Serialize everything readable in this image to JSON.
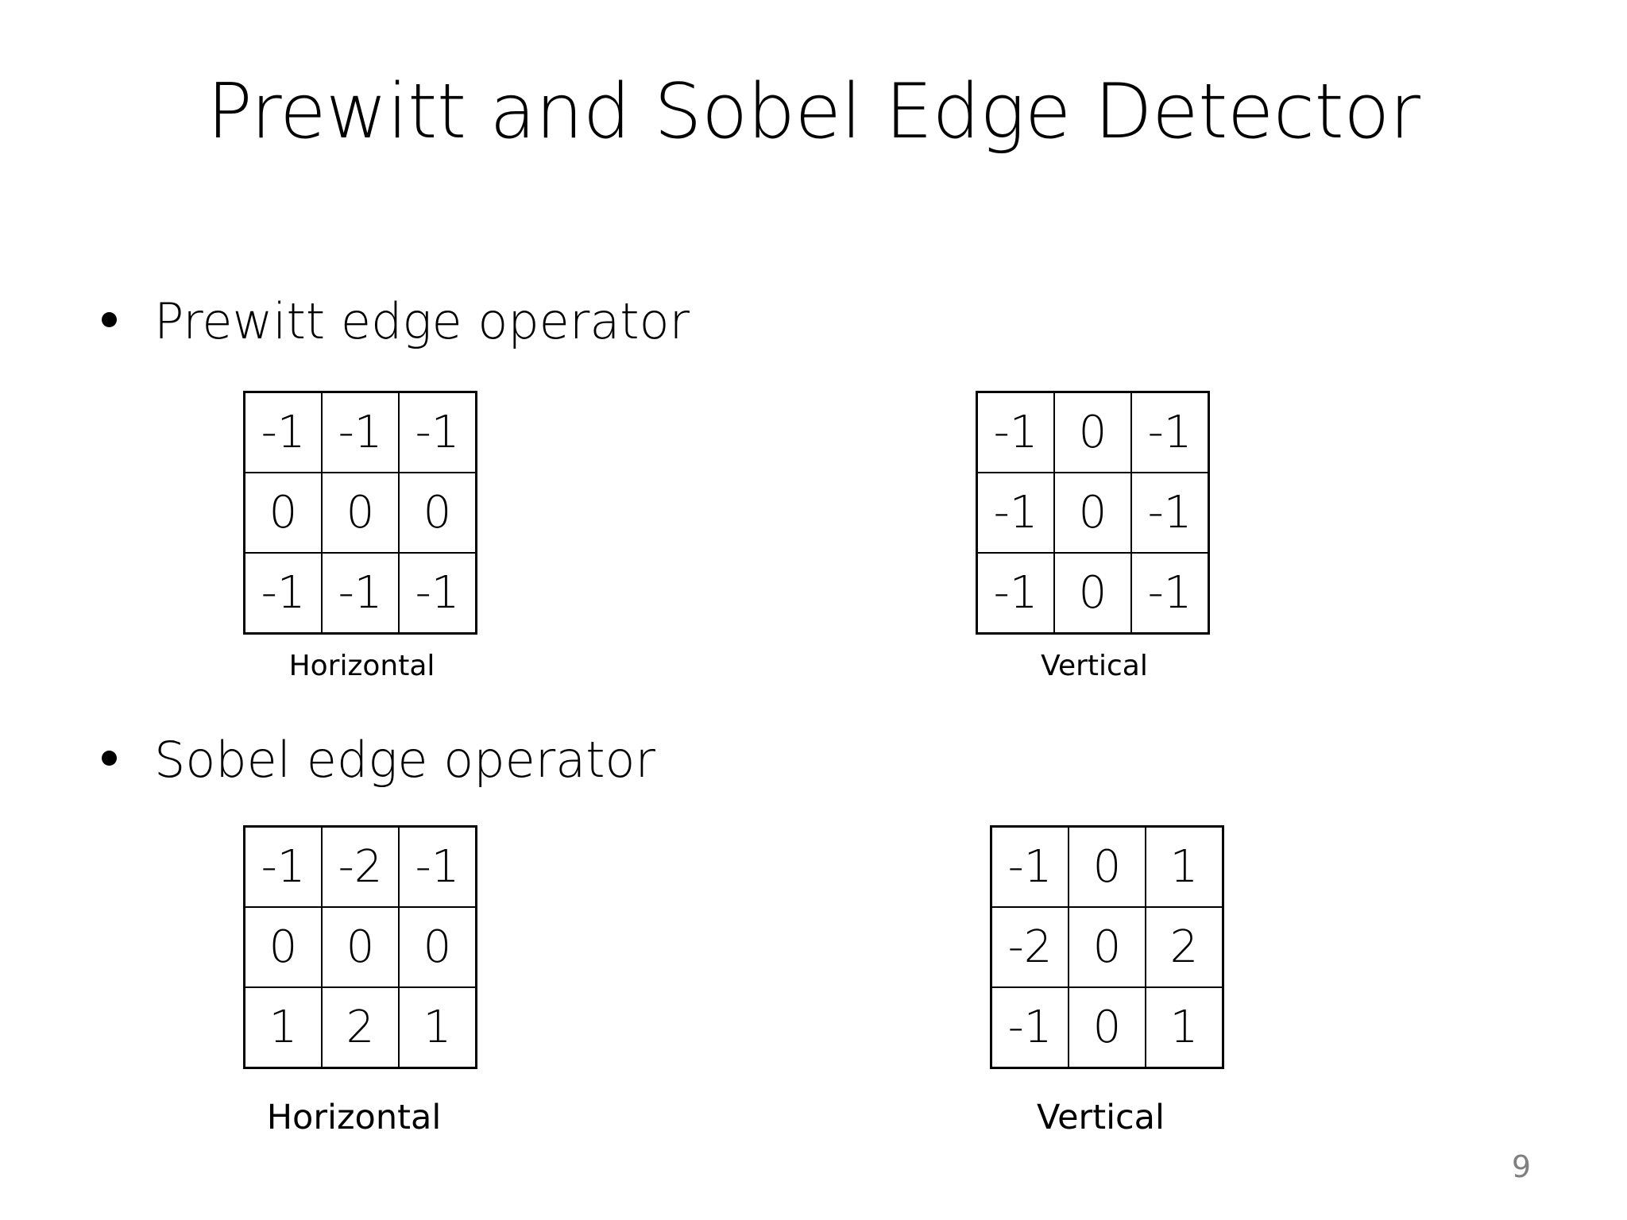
{
  "slide": {
    "title": "Prewitt and Sobel Edge Detector",
    "page_number": "9",
    "background_color": "#FFFFFF",
    "text_color": "#000000",
    "page_number_color": "#808080"
  },
  "bullets": [
    {
      "label": "Prewitt edge operator",
      "marker": "bullet-dot"
    },
    {
      "label": "Sobel edge operator",
      "marker": "bullet-dot"
    }
  ],
  "matrices": {
    "prewitt_horizontal": {
      "caption": "Horizontal",
      "rows": [
        [
          "-1",
          "-1",
          "-1"
        ],
        [
          "0",
          "0",
          "0"
        ],
        [
          "-1",
          "-1",
          "-1"
        ]
      ]
    },
    "prewitt_vertical": {
      "caption": "Vertical",
      "rows": [
        [
          "-1",
          "0",
          "-1"
        ],
        [
          "-1",
          "0",
          "-1"
        ],
        [
          "-1",
          "0",
          "-1"
        ]
      ]
    },
    "sobel_horizontal": {
      "caption": "Horizontal",
      "rows": [
        [
          "-1",
          "-2",
          "-1"
        ],
        [
          "0",
          "0",
          "0"
        ],
        [
          "1",
          "2",
          "1"
        ]
      ]
    },
    "sobel_vertical": {
      "caption": "Vertical",
      "rows": [
        [
          "-1",
          "0",
          "1"
        ],
        [
          "-2",
          "0",
          "2"
        ],
        [
          "-1",
          "0",
          "1"
        ]
      ]
    }
  }
}
